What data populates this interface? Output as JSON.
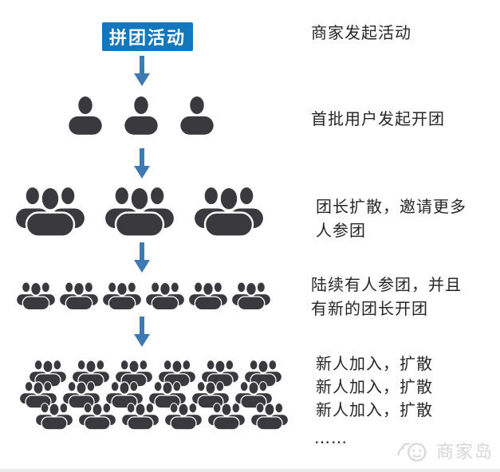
{
  "diagram": {
    "button": {
      "label": "拼团活动",
      "bg_color": "#1377BD",
      "text_color": "#FFFFFF"
    },
    "arrow_color": "#3E79B4",
    "icon_color": "#3A3A3E",
    "text_color": "#262626",
    "steps": [
      {
        "label": "商家发起活动"
      },
      {
        "label": "首批用户发起开团",
        "person_icons": 3
      },
      {
        "label": "团长扩散，邀请更多\n人参团",
        "group_icons": 3
      },
      {
        "label": "陆续有人参团，并且\n有新的团长开团",
        "group_icons": 6
      },
      {
        "label": "新人加入，扩散\n新人加入，扩散\n新人加入，扩散",
        "group_icon_rows": [
          6,
          6,
          6
        ]
      },
      {
        "label": "……"
      }
    ]
  },
  "watermark": {
    "logo": "mascot-icon",
    "text": "商家岛",
    "color": "#D6D6D6"
  }
}
